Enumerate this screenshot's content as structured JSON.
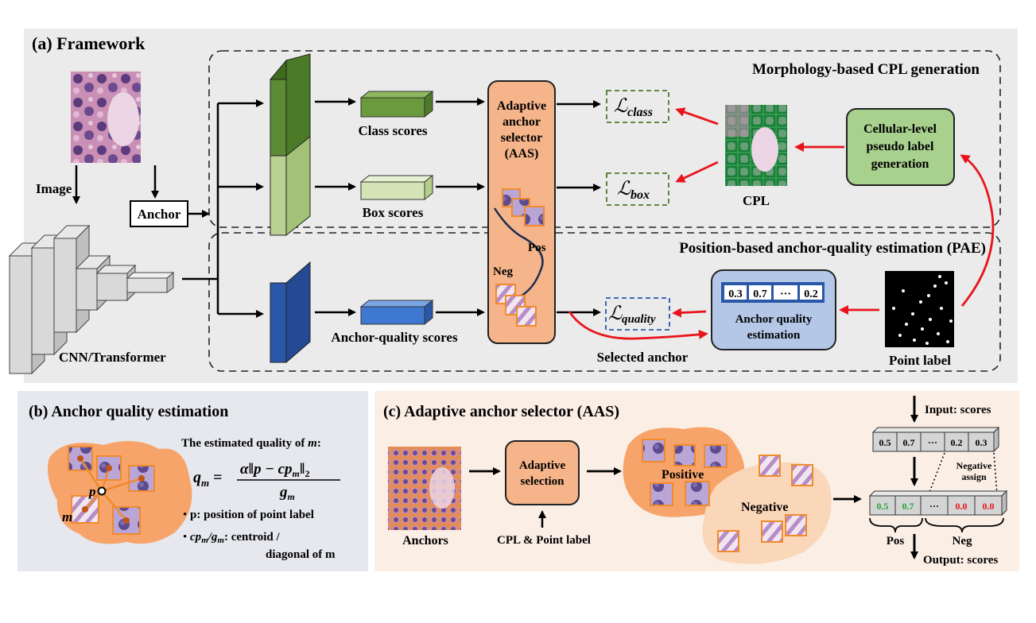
{
  "panel_a": {
    "title": "(a) Framework",
    "image_label": "Image",
    "anchor_label": "Anchor",
    "backbone_label": "CNN/Transformer",
    "class_scores": "Class scores",
    "box_scores": "Box scores",
    "quality_scores": "Anchor-quality scores",
    "aas": [
      "Adaptive",
      "anchor",
      "selector",
      "(AAS)"
    ],
    "pos": "Pos",
    "neg": "Neg",
    "loss_class": "class",
    "loss_box": "box",
    "loss_quality": "quality",
    "loss_symbol": "ℒ",
    "cpl_label": "CPL",
    "cpl_gen": [
      "Cellular-level",
      "pseudo label",
      "generation"
    ],
    "morph_title": "Morphology-based CPL generation",
    "pae_title": "Position-based anchor-quality estimation (PAE)",
    "quality_values": [
      "0.3",
      "0.7",
      "···",
      "0.2"
    ],
    "aqe_label": [
      "Anchor quality",
      "estimation"
    ],
    "selected_anchor": "Selected anchor",
    "point_label": "Point label"
  },
  "panel_b": {
    "title": "(b) Anchor quality estimation",
    "quality_intro": "The estimated quality of ",
    "m": "m",
    "p": "p",
    "formula_lhs": "q",
    "formula_sub": "m",
    "formula_num": "α‖p − cp",
    "formula_num_tail": "‖",
    "formula_den": "g",
    "bullet1": "p: position of point label",
    "bullet2a": "cp",
    "bullet2b": "/g",
    "bullet2c": ": centroid /",
    "bullet3": "diagonal of m"
  },
  "panel_c": {
    "title": "(c) Adaptive anchor selector (AAS)",
    "anchors": "Anchors",
    "adaptive_selection": [
      "Adaptive",
      "selection"
    ],
    "cpl_point": "CPL & Point label",
    "positive": "Positive",
    "negative": "Negative",
    "input": "Input: scores",
    "output": "Output: scores",
    "input_values": [
      "0.5",
      "0.7",
      "···",
      "0.2",
      "0.3"
    ],
    "output_values": [
      "0.5",
      "0.7",
      "···",
      "0.0",
      "0.0"
    ],
    "negative_assign": [
      "Negative",
      "assign"
    ],
    "pos": "Pos",
    "neg": "Neg"
  },
  "colors": {
    "panel_bg": "#ebebeb",
    "panel_b_bg": "#e6e8ee",
    "panel_c_bg": "#fbeee5",
    "green_dark": "#4f7a2a",
    "green_light": "#b5cf8a",
    "blue": "#2a57a8",
    "orange": "#f5b48a",
    "red": "#e8141c",
    "score_green": "#22a83a",
    "score_red": "#e8141c"
  }
}
